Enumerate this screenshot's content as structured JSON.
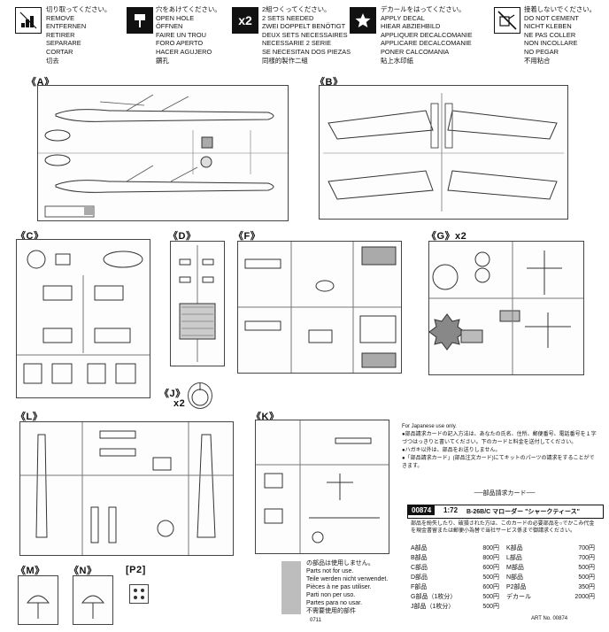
{
  "header": [
    {
      "icon": "cut-icon",
      "text": "切り取ってください。\nREMOVE\nENTFERNEN\nRETIRER\nSEPARARE\nCORTAR\n切去"
    },
    {
      "icon": "drill-icon",
      "text": "穴をあけてください。\nOPEN HOLE\nÖFFNEN\nFAIRE UN TROU\nFORO APERTO\nHACER AGUJERO\n鑽孔"
    },
    {
      "icon": "x2-icon",
      "text": "2組つくってください。\n2 SETS NEEDED\nZWEI DOPPELT BENÖTIGT\nDEUX SETS NECESSAIRES\nNECESSARIE 2 SERIE\nSE NECESITAN DOS PIEZAS\n同樣的製作二組"
    },
    {
      "icon": "star-icon",
      "text": "デカールをはってください。\nAPPLY DECAL\nHIEAR ABZIEHBILD\nAPPLIQUER DECALCOMANIE\nAPPLICARE DECALCOMANIE\nPONER CALCOMANIA\n貼上水印紙"
    },
    {
      "icon": "no-cement-icon",
      "text": "接着しないでください。\nDO NOT CEMENT\nNICHT KLEBEN\nNE PAS COLLER\nNON INCOLLARE\nNO PEGAR\n不用粘合"
    }
  ],
  "x2_text": "x2",
  "sections": {
    "A": "《A》",
    "B": "《B》",
    "C": "《C》",
    "D": "《D》",
    "F": "《F》",
    "G": "《G》x2",
    "J": "《J》",
    "J_x2": "x2",
    "L": "《L》",
    "K": "《K》",
    "M": "《M》",
    "N": "《N》",
    "P2": "[P2]"
  },
  "japanese_notice": "For Japanese use only.\n●部品請求カードの記入方法は、あなたの氏名、住所、郵便番号、電話番号を１字づつはっきりと書いてください。下のカードと料金を送付してください。\n●ハガキ以外は、部品をお送りしません。\n●「部品請求カード」(部品注文カード)にてキットのパーツの請求をすることができます。",
  "parts_card": {
    "title": "──部品請求カード──",
    "code": "00874",
    "scale": "1:72",
    "name": "B-26B/C マローダー \"シャークティース\"",
    "desc": "部品を紛失したり、破損された方は、このカードの必要部品を○でかこみ代金を現金書留または郵便小為替で当社サービス係まで御請求ください。",
    "left": [
      {
        "label": "A部品",
        "price": "800円"
      },
      {
        "label": "B部品",
        "price": "800円"
      },
      {
        "label": "C部品",
        "price": "600円"
      },
      {
        "label": "D部品",
        "price": "500円"
      },
      {
        "label": "F部品",
        "price": "600円"
      },
      {
        "label": "G部品（1枚分）",
        "price": "500円"
      },
      {
        "label": "J部品（1枚分）",
        "price": "500円"
      }
    ],
    "right": [
      {
        "label": "K部品",
        "price": "700円"
      },
      {
        "label": "L部品",
        "price": "700円"
      },
      {
        "label": "M部品",
        "price": "500円"
      },
      {
        "label": "N部品",
        "price": "500円"
      },
      {
        "label": "P2部品",
        "price": "350円"
      },
      {
        "label": "デカール",
        "price": "2000円"
      }
    ],
    "art_no": "ART No. 00874"
  },
  "unused_notice": {
    "lines": "の部品は使用しません。\nParts not for use.\nTeile werden nicht verwendet.\nPièces à ne pas utiliser.\nParti non per uso.\nPartes para no usar.\n不需要使用的部件",
    "code": "0711"
  }
}
